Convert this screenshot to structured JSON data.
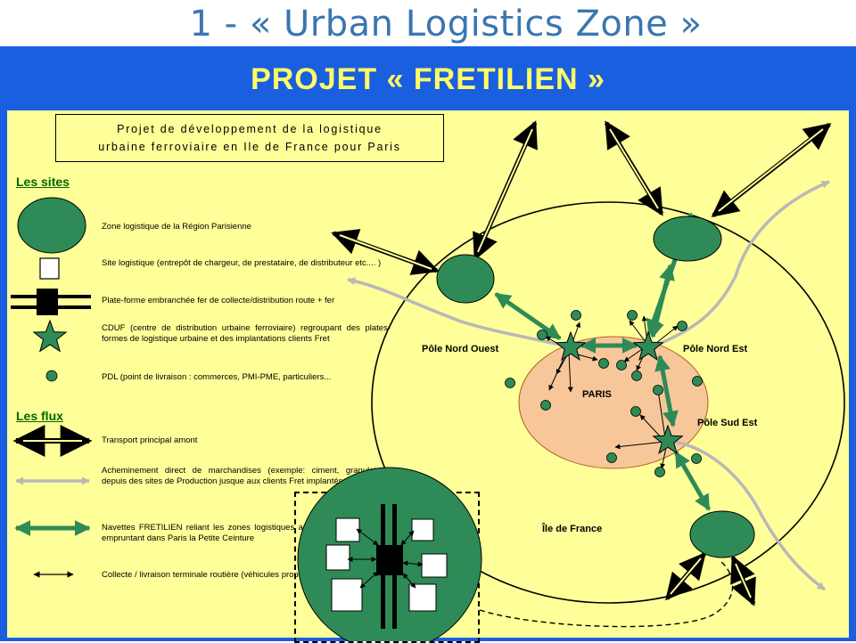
{
  "title": "1 - « Urban Logistics Zone »",
  "main_title": "PROJET « FRETILIEN »",
  "description": {
    "line1": "Projet de développement de la logistique",
    "line2": "urbaine ferroviaire en Ile de France pour Paris"
  },
  "legend": {
    "sites_heading": "Les sites",
    "sites": [
      "Zone logistique de la Région Parisienne",
      "Site logistique (entrepôt de chargeur, de prestataire, de distributeur etc.... )",
      "Plate-forme embranchée fer de collecte/distribution route + fer",
      "CDUF (centre de distribution urbaine ferroviaire) regroupant des plates-formes de logistique urbaine et des implantations clients Fret",
      "PDL (point de livraison : commerces, PMI-PME, particuliers..."
    ],
    "flux_heading": "Les flux",
    "flux": [
      "Transport principal amont",
      "Acheminement direct de marchandises (exemple: ciment, granulats...) depuis des sites de Production jusque aux clients Fret implantés dans Paris",
      "Navettes FRETILIEN reliant les zones logistiques aux CDUF parisiens en empruntant dans Paris la Petite Ceinture",
      "Collecte / livraison terminale routière (véhicules propres)"
    ]
  },
  "map_labels": {
    "pole_nord_ouest": "Pôle Nord Ouest",
    "pole_nord_est": "Pôle Nord Est",
    "pole_sud_est": "Pôle Sud Est",
    "paris": "PARIS",
    "ile_de_france": "Île de France"
  },
  "colors": {
    "title_blue": "#3a76b0",
    "frame_blue": "#1a5fe0",
    "heading_yellow": "#ffff66",
    "panel_yellow": "#ffff99",
    "zone_green": "#2e8b57",
    "paris_fill": "#f7c79a",
    "flux_grey": "#b8b8b8"
  }
}
